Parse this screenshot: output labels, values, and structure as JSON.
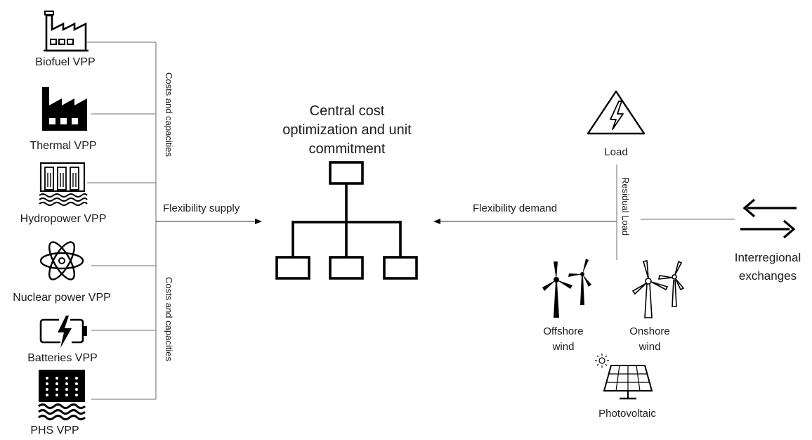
{
  "left_sources": [
    {
      "label": "Biofuel VPP",
      "icon": "factory-outline-icon"
    },
    {
      "label": "Thermal VPP",
      "icon": "factory-solid-icon"
    },
    {
      "label": "Hydropower VPP",
      "icon": "dam-outline-icon"
    },
    {
      "label": "Nuclear power VPP",
      "icon": "atom-icon"
    },
    {
      "label": "Batteries VPP",
      "icon": "battery-icon"
    },
    {
      "label": "PHS VPP",
      "icon": "dam-solid-icon"
    }
  ],
  "bracket_labels": {
    "top": "Costs and capacities",
    "bottom": "Costs and capacities"
  },
  "flexibility_supply": "Flexibility supply",
  "central": {
    "title_lines": [
      "Central cost",
      "optimization and unit",
      "commitment"
    ],
    "icon": "org-chart-icon"
  },
  "flexibility_demand": "Flexibility demand",
  "load": {
    "label": "Load",
    "icon": "high-voltage-warning-icon"
  },
  "residual_load": "Residual Load",
  "offshore_wind": {
    "label_lines": [
      "Offshore",
      "wind"
    ],
    "icon": "wind-turbine-icon"
  },
  "onshore_wind": {
    "label_lines": [
      "Onshore",
      "wind"
    ],
    "icon": "wind-turbine-icon"
  },
  "photovoltaic": {
    "label": "Photovoltaic",
    "icon": "solar-panel-icon"
  },
  "interregional": {
    "label_lines": [
      "Interregional",
      "exchanges"
    ],
    "icon": "bidirectional-arrows-icon"
  }
}
